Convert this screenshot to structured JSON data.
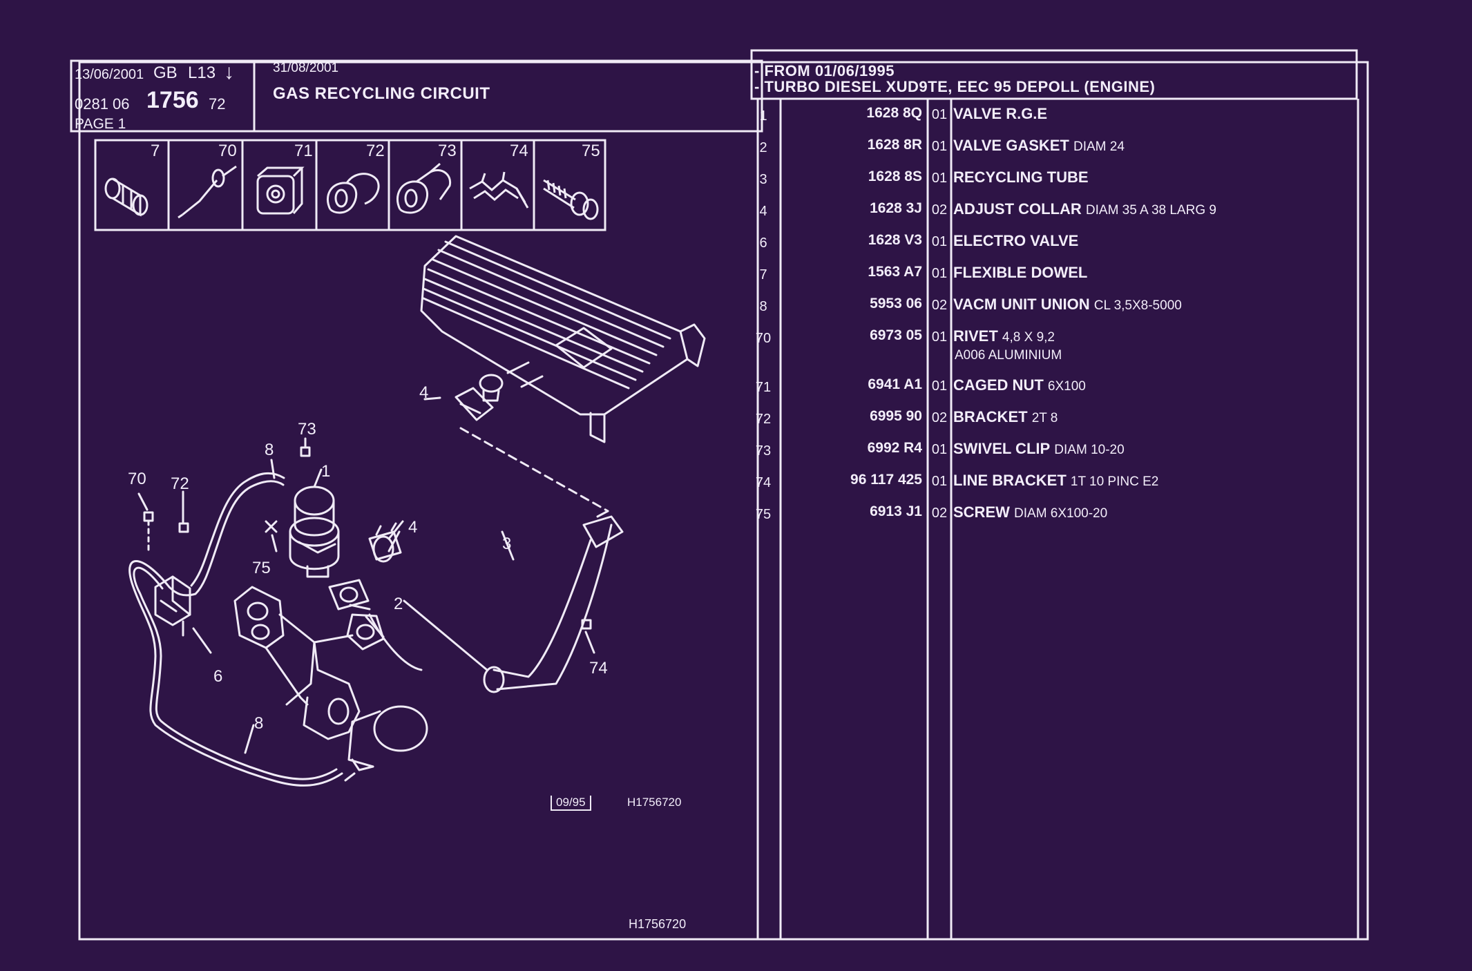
{
  "header": {
    "date": "13/06/2001",
    "country": "GB",
    "code": "L13",
    "arrow": "↓",
    "ref_prefix": "0281 06",
    "ref_main": "1756",
    "ref_suffix": "72",
    "page": "PAGE 1",
    "revision_date": "31/08/2001",
    "title": "GAS RECYCLING CIRCUIT"
  },
  "applicability": {
    "line1": "- FROM  01/06/1995",
    "line2": "- TURBO DIESEL XUD9TE, EEC 95 DEPOLL (ENGINE)"
  },
  "thumbnails": [
    "7",
    "70",
    "71",
    "72",
    "73",
    "74",
    "75"
  ],
  "parts": [
    {
      "index": "1",
      "ref": "1628 8Q",
      "qty": "01",
      "name": "VALVE R.G.E",
      "info": ""
    },
    {
      "index": "2",
      "ref": "1628 8R",
      "qty": "01",
      "name": "VALVE GASKET",
      "info": "DIAM 24"
    },
    {
      "index": "3",
      "ref": "1628 8S",
      "qty": "01",
      "name": "RECYCLING TUBE",
      "info": ""
    },
    {
      "index": "4",
      "ref": "1628 3J",
      "qty": "02",
      "name": "ADJUST COLLAR",
      "info": "DIAM 35 A 38 LARG 9"
    },
    {
      "index": "6",
      "ref": "1628 V3",
      "qty": "01",
      "name": "ELECTRO VALVE",
      "info": ""
    },
    {
      "index": "7",
      "ref": "1563 A7",
      "qty": "01",
      "name": "FLEXIBLE DOWEL",
      "info": ""
    },
    {
      "index": "8",
      "ref": "5953 06",
      "qty": "02",
      "name": "VACM UNIT UNION",
      "info": "CL 3,5X8-5000"
    },
    {
      "index": "70",
      "ref": "6973 05",
      "qty": "01",
      "name": "RIVET",
      "info": "4,8 X 9,2",
      "info2": "A006 ALUMINIUM"
    },
    {
      "index": "71",
      "ref": "6941 A1",
      "qty": "01",
      "name": "CAGED NUT",
      "info": "6X100"
    },
    {
      "index": "72",
      "ref": "6995 90",
      "qty": "02",
      "name": "BRACKET",
      "info": "2T 8"
    },
    {
      "index": "73",
      "ref": "6992 R4",
      "qty": "01",
      "name": "SWIVEL CLIP",
      "info": "DIAM 10-20"
    },
    {
      "index": "74",
      "ref": "96 117 425",
      "qty": "01",
      "name": "LINE BRACKET",
      "info": "1T 10 PINC E2"
    },
    {
      "index": "75",
      "ref": "6913 J1",
      "qty": "02",
      "name": "SCREW",
      "info": "DIAM 6X100-20"
    }
  ],
  "diagram": {
    "callouts": [
      "4",
      "73",
      "8",
      "1",
      "70",
      "72",
      "75",
      "4",
      "3",
      "2",
      "6",
      "74",
      "8"
    ],
    "stamp": "09/95",
    "code": "H1756720"
  },
  "footer": {
    "code": "H1756720"
  },
  "colors": {
    "background": "#2e1446",
    "ink": "#f3eefa"
  }
}
